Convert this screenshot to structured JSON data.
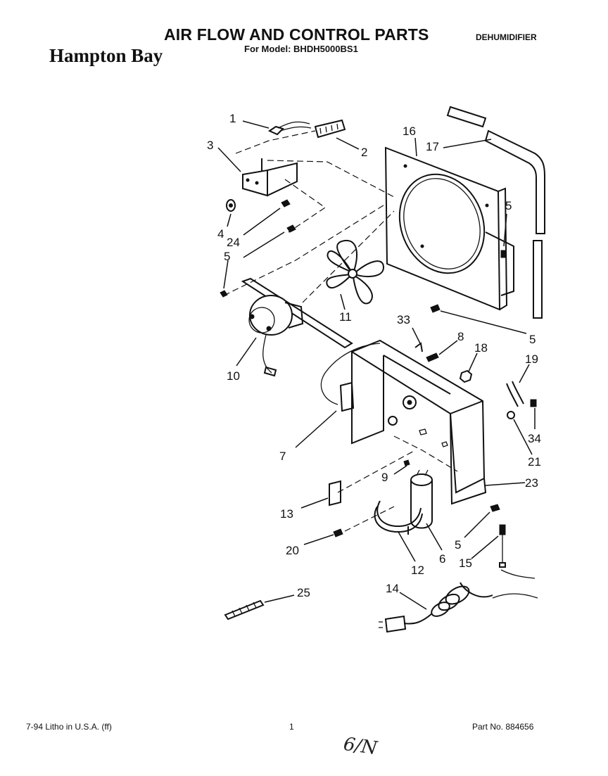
{
  "header": {
    "title": "AIR FLOW AND CONTROL PARTS",
    "brand": "Hampton Bay",
    "model_line": "For Model: BHDH5000BS1",
    "category": "DEHUMIDIFIER"
  },
  "footer": {
    "left": "7-94 Litho in U.S.A. (ff)",
    "page": "1",
    "part_no": "Part No. 884656"
  },
  "handwritten_note": "6/N",
  "callouts": [
    "1",
    "2",
    "3",
    "16",
    "17",
    "4",
    "24",
    "5",
    "5",
    "5",
    "11",
    "10",
    "33",
    "8",
    "18",
    "19",
    "7",
    "34",
    "21",
    "9",
    "23",
    "13",
    "20",
    "12",
    "6",
    "5",
    "15",
    "14",
    "25"
  ]
}
